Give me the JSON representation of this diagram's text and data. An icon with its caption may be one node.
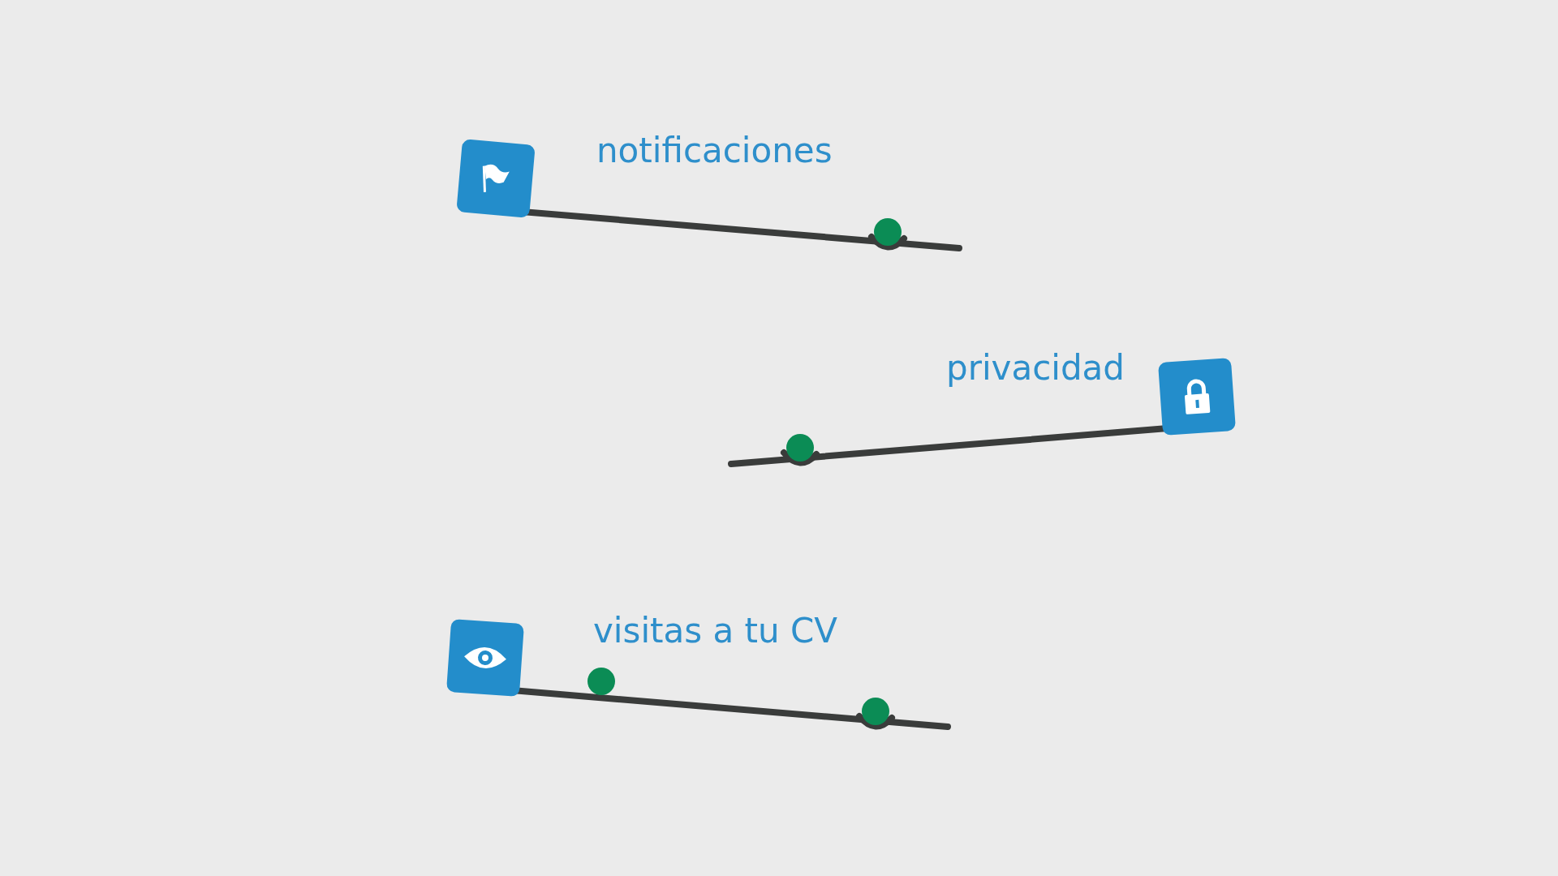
{
  "diagram": {
    "labels": [
      "notificaciones",
      "privacidad",
      "visitas a tu CV"
    ]
  }
}
